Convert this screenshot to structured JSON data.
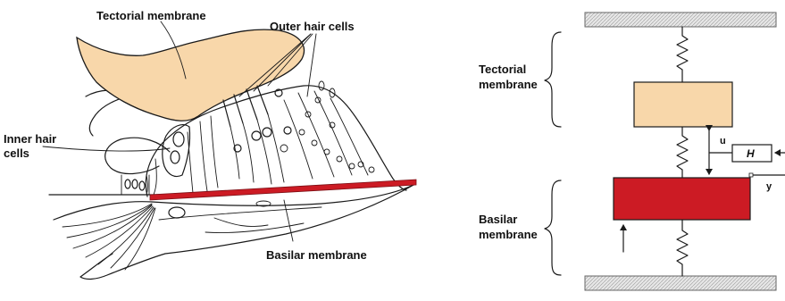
{
  "anatomy": {
    "tectorial_label": "Tectorial membrane",
    "outer_hair_label": "Outer hair cells",
    "inner_hair_label_line1": "Inner hair",
    "inner_hair_label_line2": "cells",
    "basilar_label": "Basilar membrane"
  },
  "model": {
    "tectorial_label_line1": "Tectorial",
    "tectorial_label_line2": "membrane",
    "basilar_label_line1": "Basilar",
    "basilar_label_line2": "membrane",
    "u_label": "u",
    "h_label": "H",
    "y_label": "y"
  },
  "colors": {
    "tectorial_fill": "#f8d7aa",
    "basilar_fill": "#cc1b24",
    "wall_fill": "#d9d9d9",
    "ink": "#1a1a1a"
  }
}
